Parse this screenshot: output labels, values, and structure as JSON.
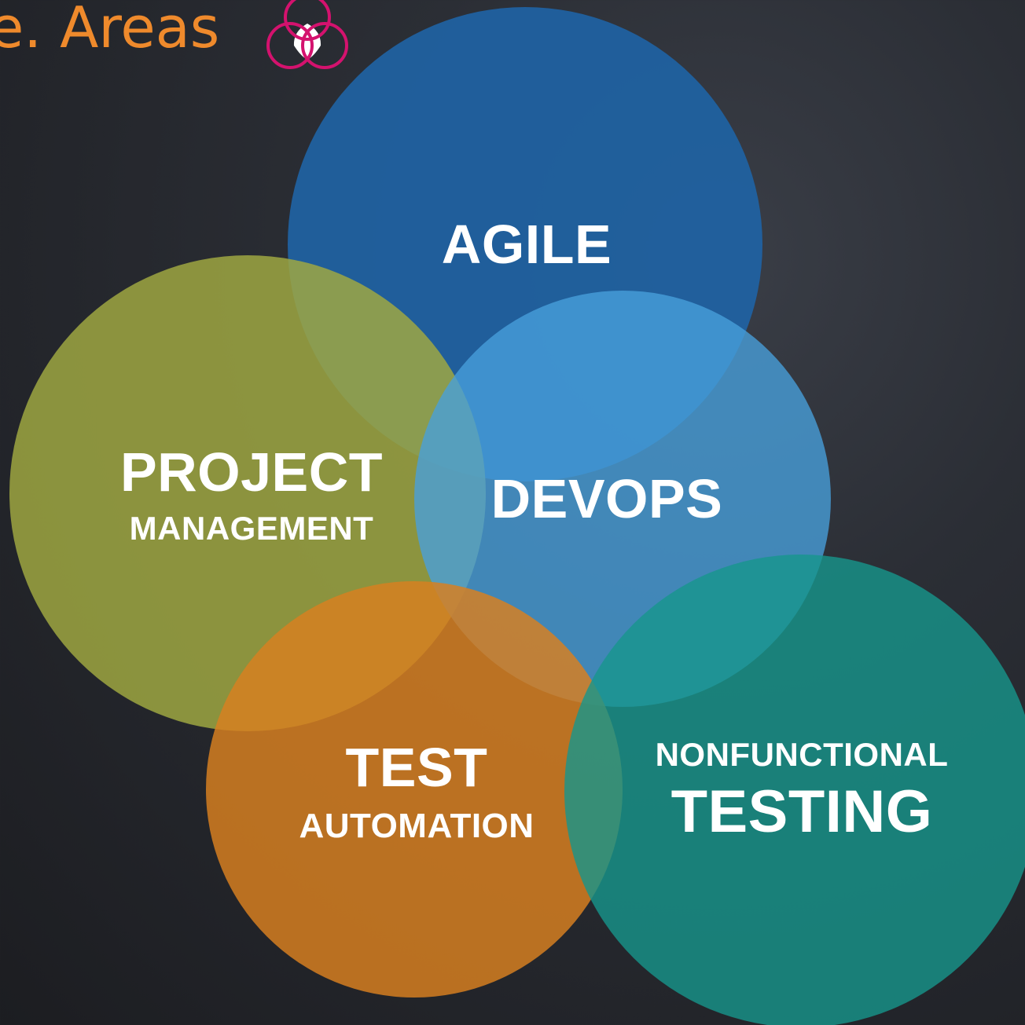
{
  "header": {
    "title": "e. Areas",
    "icon": "venn-diagram-icon",
    "icon_color": "#d4126e",
    "title_color": "#ef8a2c"
  },
  "areas": [
    {
      "id": "agile",
      "main": "AGILE",
      "color": "#1f62a2"
    },
    {
      "id": "project-management",
      "main": "PROJECT",
      "sub": "MANAGEMENT",
      "color": "#a0a842"
    },
    {
      "id": "devops",
      "main": "DEVOPS",
      "color": "#48a0dc"
    },
    {
      "id": "test-automation",
      "main": "TEST",
      "sub": "AUTOMATION",
      "color": "#d88020"
    },
    {
      "id": "nonfunctional-testing",
      "main": "TESTING",
      "sub": "NONFUNCTIONAL",
      "color": "#16968c"
    }
  ]
}
